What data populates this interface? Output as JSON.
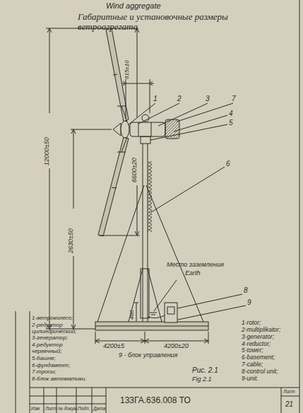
{
  "diagram": {
    "title": "Габаритные и установочные размеры ветроагрегата",
    "caption": "Рис. 2.1",
    "labels": [
      "Wind aggregate",
      "615±10",
      "1",
      "2",
      "3",
      "7",
      "4",
      "5",
      "6",
      "6600±20",
      "12000±50",
      "2630±50",
      "480",
      "Место заземления",
      "Earth",
      "8",
      "9",
      "4200±5",
      "4200±20",
      "9 - блок управления",
      "1-ветроколесо;",
      "2-редуктор цилиндрический;",
      "3-генератор;",
      "4-редуктор червячный;",
      "5-башня;",
      "6-фундамент;",
      "7-тросы;",
      "8-блок автоматики.",
      "1-rotor;",
      "2-multiplikator;",
      "3-generator;",
      "4-reductor;",
      "5-tower;",
      "6-basement;",
      "7-cable;",
      "8-control unit;",
      "9-unit.",
      "Fig 2.1",
      "133ГА.636.008 ТО",
      "Изм",
      "Лист",
      "№ докум.",
      "Подп.",
      "Дата",
      "Лист",
      "21"
    ]
  }
}
